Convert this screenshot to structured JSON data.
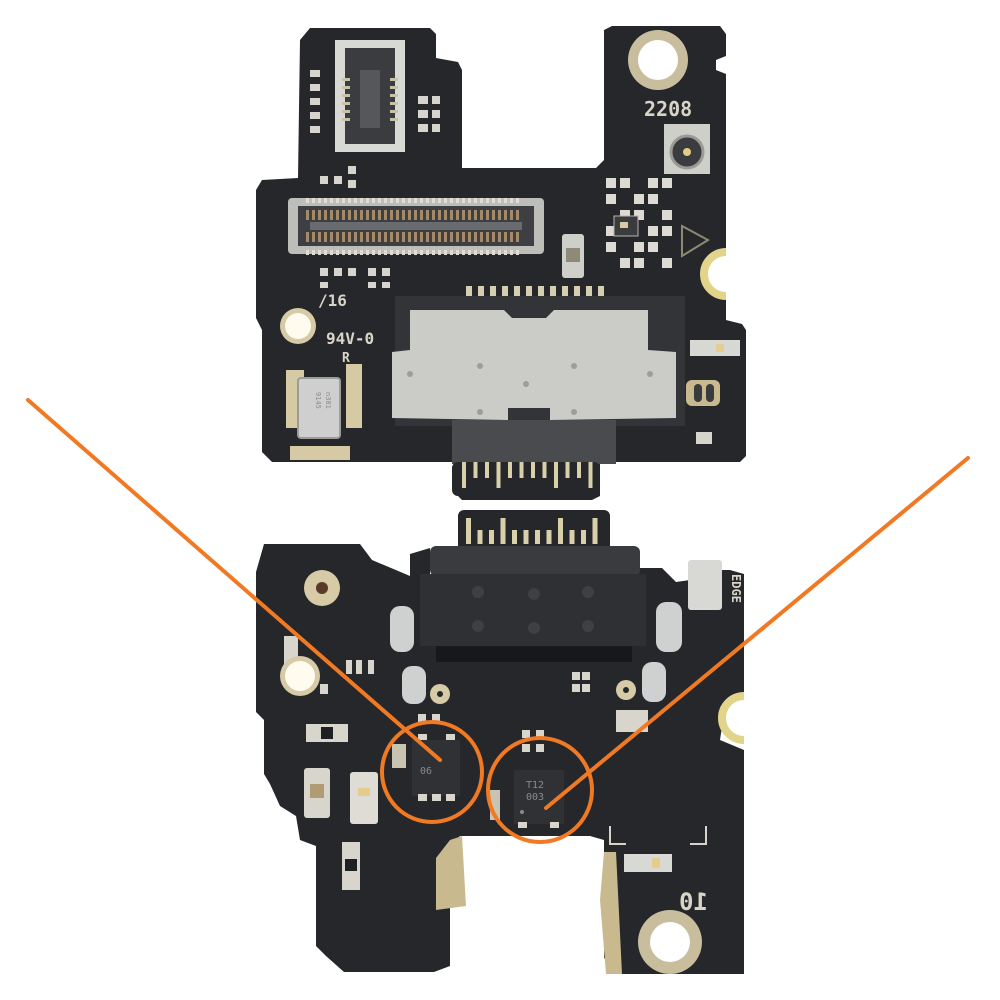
{
  "image": {
    "subject": "USB-C charging port PCB board, top and bottom views",
    "colors": {
      "background": "#ffffff",
      "pcb": "#26272b",
      "pad_gold": "#d9cfa8",
      "pad_silver": "#dcdcd8",
      "shield_metal": "#c9c9c6",
      "annotation": "#f07a24",
      "connector_body": "#38393c"
    }
  },
  "top_board": {
    "silkscreen": {
      "date_code": "2208",
      "rating": "94V-0",
      "part_mark": "/16",
      "ul_mark": "R"
    },
    "microphone_marking": [
      "n301",
      "9145"
    ]
  },
  "bottom_board": {
    "silkscreen": {
      "number": "10",
      "side_mark": "EDGE"
    },
    "chips": [
      {
        "name": "chip-left",
        "marking": "06"
      },
      {
        "name": "chip-right",
        "marking": [
          "T12",
          "003"
        ]
      }
    ]
  },
  "annotations": [
    {
      "type": "line",
      "target": "chip-left"
    },
    {
      "type": "circle",
      "target": "chip-left"
    },
    {
      "type": "line",
      "target": "chip-right"
    },
    {
      "type": "circle",
      "target": "chip-right"
    }
  ]
}
